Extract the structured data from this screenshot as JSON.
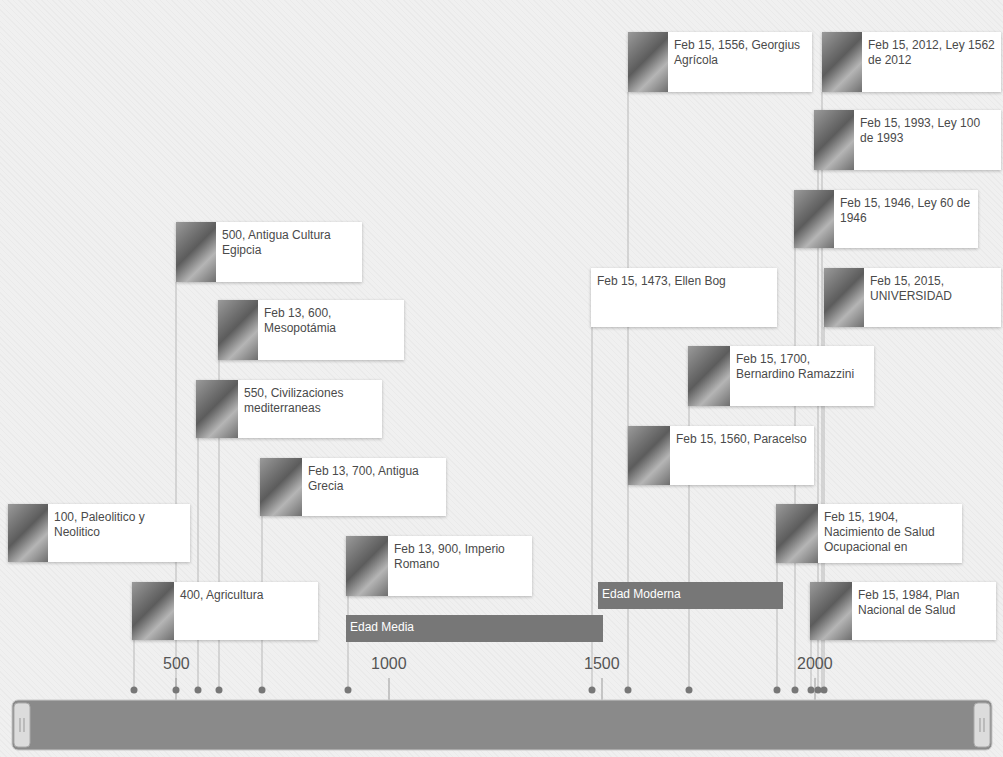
{
  "diagram": {
    "nodes": [
      {
        "text": [
          "Feb 15, 1556, Georgius Agrícola"
        ]
      },
      {
        "text": [
          "Feb 15, 2012, Ley 1562 de 2012"
        ]
      },
      {
        "text": [
          "Feb 15, 1993, Ley 100 de 1993"
        ]
      },
      {
        "text": [
          "Feb 15, 1946, Ley 60 de 1946"
        ]
      },
      {
        "text": [
          "500, Antigua Cultura Egipcia"
        ]
      },
      {
        "text": [
          "Feb 15, 1473, Ellen Bog"
        ]
      },
      {
        "text": [
          "Feb 15, 2015, UNIVERSIDAD"
        ]
      },
      {
        "text": [
          "Feb 13, 600, Mesopotámia"
        ]
      },
      {
        "text": [
          "Feb 15, 1700, Bernardino Ramazzini"
        ]
      },
      {
        "text": [
          "550, Civilizaciones mediterraneas"
        ]
      },
      {
        "text": [
          "Feb 15, 1560, Paracelso"
        ]
      },
      {
        "text": [
          "Feb 13, 700, Antigua Grecia"
        ]
      },
      {
        "text": [
          "100, Paleolitico y Neolitico"
        ]
      },
      {
        "text": [
          "Feb 15, 1904, Nacimiento de Salud Ocupacional en"
        ]
      },
      {
        "text": [
          "Feb 13, 900, Imperio Romano"
        ]
      },
      {
        "text": [
          "400, Agricultura"
        ]
      },
      {
        "text": [
          "Edad Moderna"
        ]
      },
      {
        "text": [
          "Feb 15, 1984, Plan Nacional de Salud"
        ]
      },
      {
        "text": [
          "Edad Media"
        ]
      }
    ],
    "labels": [
      "500",
      "1000",
      "1500",
      "2000"
    ]
  }
}
